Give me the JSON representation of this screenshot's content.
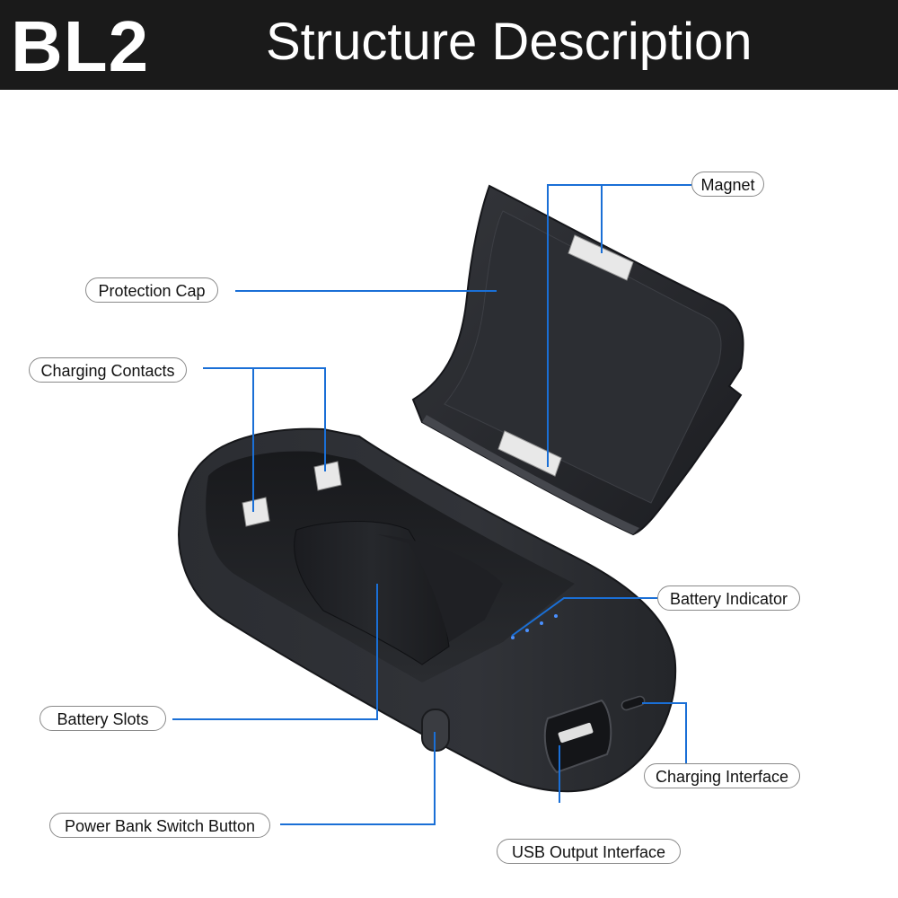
{
  "header": {
    "model": "BL2",
    "title": "Structure Description"
  },
  "colors": {
    "header_background": "#1a1a1a",
    "leader_line": "#1a6fd6",
    "device_body": "#2a2c31",
    "contact_metal": "#e8e8e8",
    "indicator_led": "#4a90ff"
  },
  "labels": {
    "magnet": "Magnet",
    "protection_cap": "Protection Cap",
    "charging_contacts": "Charging Contacts",
    "battery_indicator": "Battery Indicator",
    "battery_slots": "Battery Slots",
    "charging_interface": "Charging Interface",
    "power_switch": "Power Bank Switch Button",
    "usb_output": "USB Output Interface"
  }
}
